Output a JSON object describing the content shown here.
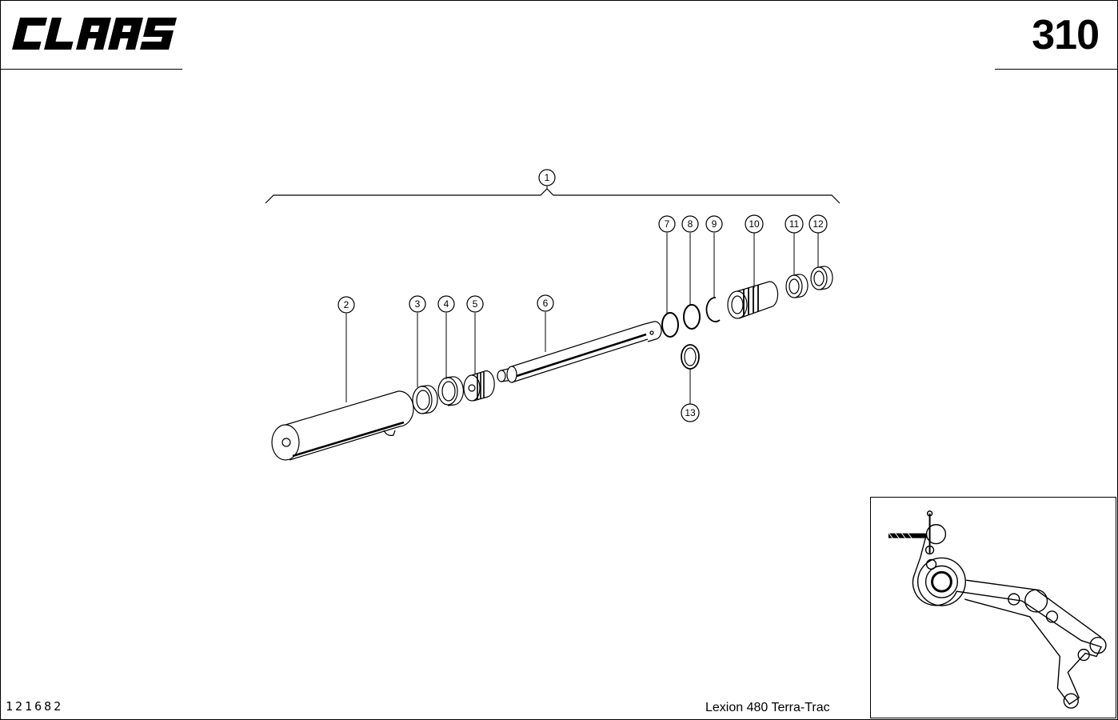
{
  "header": {
    "brand": "CLAAS",
    "page_number": "310"
  },
  "footer": {
    "drawing_number": "121682",
    "model": "Lexion 480 Terra-Trac"
  },
  "callouts": [
    {
      "id": "1",
      "label": "1"
    },
    {
      "id": "2",
      "label": "2"
    },
    {
      "id": "3",
      "label": "3"
    },
    {
      "id": "4",
      "label": "4"
    },
    {
      "id": "5",
      "label": "5"
    },
    {
      "id": "6",
      "label": "6"
    },
    {
      "id": "7",
      "label": "7"
    },
    {
      "id": "8",
      "label": "8"
    },
    {
      "id": "9",
      "label": "9"
    },
    {
      "id": "10",
      "label": "10"
    },
    {
      "id": "11",
      "label": "11"
    },
    {
      "id": "12",
      "label": "12"
    },
    {
      "id": "13",
      "label": "13"
    }
  ],
  "colors": {
    "ink": "#000000",
    "paper": "#ffffff"
  }
}
